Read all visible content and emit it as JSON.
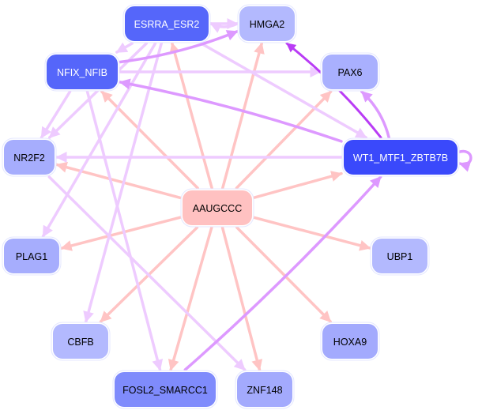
{
  "diagram": {
    "type": "regulatory-network",
    "edge_colors": {
      "mirna": "#ffc4c4",
      "tf_light": "#eecbff",
      "tf_medium": "#dd99ff",
      "tf_strong": "#b93cf5"
    },
    "nodes": [
      {
        "id": "ESRRA_ESR2",
        "label": "ESRRA_ESR2",
        "fill": "#5566fa",
        "text_color": "#ffffff"
      },
      {
        "id": "HMGA2",
        "label": "HMGA2",
        "fill": "#b3b9fe",
        "text_color": "#000000"
      },
      {
        "id": "NFIX_NFIB",
        "label": "NFIX_NFIB",
        "fill": "#5566fa",
        "text_color": "#ffffff"
      },
      {
        "id": "PAX6",
        "label": "PAX6",
        "fill": "#a9b0fe",
        "text_color": "#000000"
      },
      {
        "id": "NR2F2",
        "label": "NR2F2",
        "fill": "#a6adfd",
        "text_color": "#000000"
      },
      {
        "id": "WT1_MTF1_ZBTB7B",
        "label": "WT1_MTF1_ZBTB7B",
        "fill": "#3a49fb",
        "text_color": "#ffffff"
      },
      {
        "id": "AAUGCCC",
        "label": "AAUGCCC",
        "fill": "#ffc1c1",
        "text_color": "#000000"
      },
      {
        "id": "PLAG1",
        "label": "PLAG1",
        "fill": "#a6adfd",
        "text_color": "#000000"
      },
      {
        "id": "UBP1",
        "label": "UBP1",
        "fill": "#b3b9fe",
        "text_color": "#000000"
      },
      {
        "id": "CBFB",
        "label": "CBFB",
        "fill": "#b3b9fe",
        "text_color": "#000000"
      },
      {
        "id": "HOXA9",
        "label": "HOXA9",
        "fill": "#a3aafd",
        "text_color": "#000000"
      },
      {
        "id": "FOSL2_SMARCC1",
        "label": "FOSL2_SMARCC1",
        "fill": "#7f8bfc",
        "text_color": "#000000"
      },
      {
        "id": "ZNF148",
        "label": "ZNF148",
        "fill": "#a3aafd",
        "text_color": "#000000"
      }
    ],
    "edges": [
      {
        "from": "AAUGCCC",
        "to": "ESRRA_ESR2",
        "kind": "mirna"
      },
      {
        "from": "AAUGCCC",
        "to": "HMGA2",
        "kind": "mirna"
      },
      {
        "from": "AAUGCCC",
        "to": "NFIX_NFIB",
        "kind": "mirna"
      },
      {
        "from": "AAUGCCC",
        "to": "PAX6",
        "kind": "mirna"
      },
      {
        "from": "AAUGCCC",
        "to": "NR2F2",
        "kind": "mirna"
      },
      {
        "from": "AAUGCCC",
        "to": "WT1_MTF1_ZBTB7B",
        "kind": "mirna"
      },
      {
        "from": "AAUGCCC",
        "to": "PLAG1",
        "kind": "mirna"
      },
      {
        "from": "AAUGCCC",
        "to": "UBP1",
        "kind": "mirna"
      },
      {
        "from": "AAUGCCC",
        "to": "CBFB",
        "kind": "mirna"
      },
      {
        "from": "AAUGCCC",
        "to": "HOXA9",
        "kind": "mirna"
      },
      {
        "from": "AAUGCCC",
        "to": "FOSL2_SMARCC1",
        "kind": "mirna"
      },
      {
        "from": "AAUGCCC",
        "to": "ZNF148",
        "kind": "mirna"
      },
      {
        "from": "ESRRA_ESR2",
        "to": "HMGA2",
        "kind": "tf_light"
      },
      {
        "from": "HMGA2",
        "to": "ESRRA_ESR2",
        "kind": "tf_light"
      },
      {
        "from": "ESRRA_ESR2",
        "to": "NFIX_NFIB",
        "kind": "tf_light"
      },
      {
        "from": "ESRRA_ESR2",
        "to": "NR2F2",
        "kind": "tf_light"
      },
      {
        "from": "ESRRA_ESR2",
        "to": "PLAG1",
        "kind": "tf_light"
      },
      {
        "from": "ESRRA_ESR2",
        "to": "CBFB",
        "kind": "tf_light"
      },
      {
        "from": "ESRRA_ESR2",
        "to": "WT1_MTF1_ZBTB7B",
        "kind": "tf_light"
      },
      {
        "from": "NFIX_NFIB",
        "to": "HMGA2",
        "kind": "tf_medium"
      },
      {
        "from": "NFIX_NFIB",
        "to": "PAX6",
        "kind": "tf_light"
      },
      {
        "from": "NFIX_NFIB",
        "to": "NR2F2",
        "kind": "tf_light"
      },
      {
        "from": "NFIX_NFIB",
        "to": "FOSL2_SMARCC1",
        "kind": "tf_light"
      },
      {
        "from": "WT1_MTF1_ZBTB7B",
        "to": "HMGA2",
        "kind": "tf_strong"
      },
      {
        "from": "WT1_MTF1_ZBTB7B",
        "to": "NFIX_NFIB",
        "kind": "tf_medium"
      },
      {
        "from": "WT1_MTF1_ZBTB7B",
        "to": "PAX6",
        "kind": "tf_medium"
      },
      {
        "from": "WT1_MTF1_ZBTB7B",
        "to": "NR2F2",
        "kind": "tf_light"
      },
      {
        "from": "WT1_MTF1_ZBTB7B",
        "to": "WT1_MTF1_ZBTB7B",
        "kind": "tf_medium"
      },
      {
        "from": "FOSL2_SMARCC1",
        "to": "WT1_MTF1_ZBTB7B",
        "kind": "tf_medium"
      },
      {
        "from": "NR2F2",
        "to": "ZNF148",
        "kind": "tf_light"
      }
    ]
  }
}
